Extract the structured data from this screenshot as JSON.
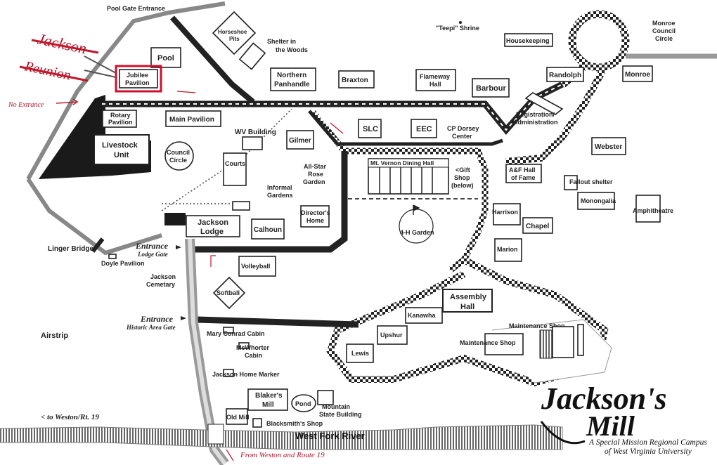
{
  "title": {
    "main_line1": "Jackson's",
    "main_line2": "Mill",
    "subtitle_line1": "A Special Mission Regional Campus",
    "subtitle_line2": "of West Virginia University"
  },
  "annotations": {
    "jackson": "Jackson",
    "reunion": "Reunion",
    "no_entrance": "No Extrance",
    "from_weston": "From Weston and Route 19",
    "to_weston": "< to Weston/Rt. 19",
    "river": "West Fork River",
    "pool_gate": "Pool Gate Entrance",
    "entrance_lodge": "Entrance",
    "entrance_lodge_sub": "Lodge Gate",
    "entrance_historic": "Entrance",
    "entrance_historic_sub": "Historic Area Gate",
    "airstrip": "Airstrip",
    "linger_bridge": "Linger Bridge"
  },
  "buildings": {
    "pool": "Pool",
    "jubilee_1": "Jubilee",
    "jubilee_2": "Pavilion",
    "horseshoe_1": "Horseshoe",
    "horseshoe_2": "Pits",
    "shelter_1": "Shelter in",
    "shelter_2": "the Woods",
    "northern_1": "Northern",
    "northern_2": "Panhandle",
    "braxton": "Braxton",
    "flameway_1": "Flameway",
    "flameway_2": "Hall",
    "barbour": "Barbour",
    "teepi": "\"Teepi\" Shrine",
    "housekeeping": "Housekeeping",
    "monroe_cc_1": "Monroe",
    "monroe_cc_2": "Council",
    "monroe_cc_3": "Circle",
    "randolph": "Randolph",
    "monroe": "Monroe",
    "registration_1": "Registration/",
    "registration_2": "Administration",
    "rotary_1": "Rotary",
    "rotary_2": "Pavilion",
    "main_pavilion": "Main Pavilion",
    "livestock_1": "Livestock",
    "livestock_2": "Unit",
    "council_1": "Council",
    "council_2": "Circle",
    "wv_building": "WV Building",
    "gilmer": "Gilmer",
    "slc": "SLC",
    "eec": "EEC",
    "cp_dorsey_1": "CP Dorsey",
    "cp_dorsey_2": "Center",
    "webster": "Webster",
    "courts": "Courts",
    "allstar_1": "All-Star",
    "allstar_2": "Rose",
    "allstar_3": "Garden",
    "mt_vernon": "Mt. Vernon Dining Hall",
    "gift_1": "<Gift",
    "gift_2": "Shop",
    "gift_3": "(below)",
    "af_1": "A&F Hall",
    "af_2": "of Fame",
    "fallout": "Fallout shelter",
    "monongalia": "Monongalia",
    "informal_1": "Informal",
    "informal_2": "Gardens",
    "directors_1": "Director's",
    "directors_2": "Home",
    "harrison": "Harrison",
    "amphitheatre": "Amphitheatre",
    "jackson_lodge_1": "Jackson",
    "jackson_lodge_2": "Lodge",
    "calhoun": "Calhoun",
    "fourh": "4-H Garden",
    "chapel": "Chapel",
    "marion": "Marion",
    "doyle": "Doyle Pavilion",
    "jackson_cem_1": "Jackson",
    "jackson_cem_2": "Cemetary",
    "volleyball": "Volleyball",
    "softball": "Softball",
    "assembly_1": "Assembly",
    "assembly_2": "Hall",
    "kanawha": "Kanawha",
    "upshur": "Upshur",
    "lewis": "Lewis",
    "maint_1": "Maintenance Shop",
    "maint_2": "Maintenance Shop",
    "mary_conrad": "Mary Conrad Cabin",
    "mcwhorter_1": "McWhorter",
    "mcwhorter_2": "Cabin",
    "jackson_home": "Jackson Home Marker",
    "blakers_1": "Blaker's",
    "blakers_2": "Mill",
    "pond": "Pond",
    "mountain_1": "Mountain",
    "mountain_2": "State Building",
    "old_mill": "Old Mill",
    "blacksmith": "Blacksmith's Shop"
  },
  "colors": {
    "highlight": "#d0102a",
    "ink": "#222222",
    "river": "#8a8a8a"
  }
}
